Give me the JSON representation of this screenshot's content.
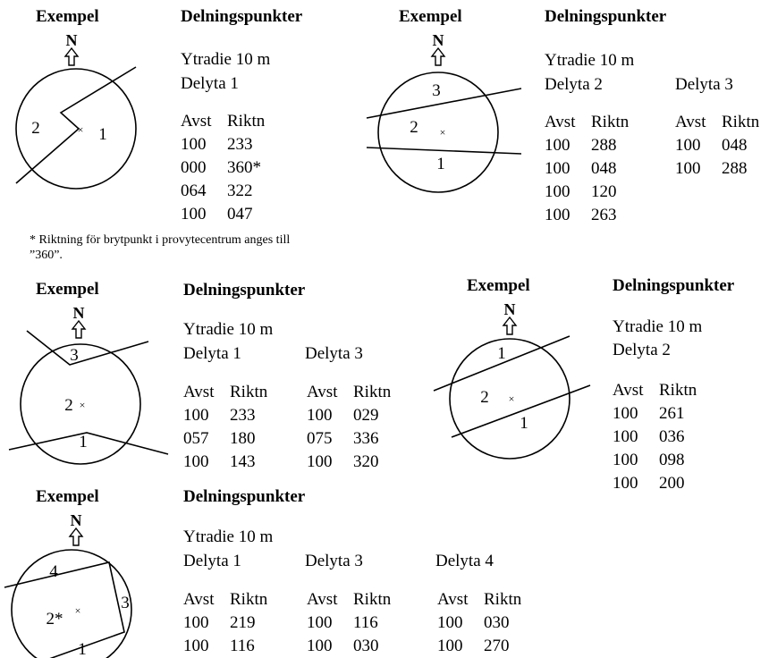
{
  "examples": [
    {
      "example_label": "Exempel",
      "heading": "Delningspunkter",
      "radius_label": "Ytradie 10 m",
      "north_label": "N",
      "area_labels": [
        "2",
        "1"
      ],
      "parts": [
        {
          "label": "Delyta 1",
          "col_labels": [
            "Avst",
            "Riktn"
          ],
          "rows": [
            [
              "100",
              "233"
            ],
            [
              "000",
              "360*"
            ],
            [
              "064",
              "322"
            ],
            [
              "100",
              "047"
            ]
          ]
        }
      ],
      "footnote": "* Riktning för brytpunkt i provytecentrum anges till ”360”."
    },
    {
      "example_label": "Exempel",
      "heading": "Delningspunkter",
      "radius_label": "Ytradie 10 m",
      "north_label": "N",
      "area_labels": [
        "3",
        "2",
        "1"
      ],
      "parts": [
        {
          "label": "Delyta 2",
          "col_labels": [
            "Avst",
            "Riktn"
          ],
          "rows": [
            [
              "100",
              "288"
            ],
            [
              "100",
              "048"
            ],
            [
              "100",
              "120"
            ],
            [
              "100",
              "263"
            ]
          ]
        },
        {
          "label": "Delyta 3",
          "col_labels": [
            "Avst",
            "Riktn"
          ],
          "rows": [
            [
              "100",
              "048"
            ],
            [
              "100",
              "288"
            ]
          ]
        }
      ]
    },
    {
      "example_label": "Exempel",
      "heading": "Delningspunkter",
      "radius_label": "Ytradie 10 m",
      "north_label": "N",
      "area_labels": [
        "3",
        "2",
        "1"
      ],
      "parts": [
        {
          "label": "Delyta 1",
          "col_labels": [
            "Avst",
            "Riktn"
          ],
          "rows": [
            [
              "100",
              "233"
            ],
            [
              "057",
              "180"
            ],
            [
              "100",
              "143"
            ]
          ]
        },
        {
          "label": "Delyta 3",
          "col_labels": [
            "Avst",
            "Riktn"
          ],
          "rows": [
            [
              "100",
              "029"
            ],
            [
              "075",
              "336"
            ],
            [
              "100",
              "320"
            ]
          ]
        }
      ]
    },
    {
      "example_label": "Exempel",
      "heading": "Delningspunkter",
      "radius_label": "Ytradie 10 m",
      "north_label": "N",
      "area_labels": [
        "1",
        "2",
        "1"
      ],
      "parts": [
        {
          "label": "Delyta 2",
          "col_labels": [
            "Avst",
            "Riktn"
          ],
          "rows": [
            [
              "100",
              "261"
            ],
            [
              "100",
              "036"
            ],
            [
              "100",
              "098"
            ],
            [
              "100",
              "200"
            ]
          ]
        }
      ]
    },
    {
      "example_label": "Exempel",
      "heading": "Delningspunkter",
      "radius_label": "Ytradie 10 m",
      "north_label": "N",
      "area_labels": [
        "4",
        "2*",
        "3",
        "1"
      ],
      "parts": [
        {
          "label": "Delyta 1",
          "col_labels": [
            "Avst",
            "Riktn"
          ],
          "rows": [
            [
              "100",
              "219"
            ],
            [
              "100",
              "116"
            ]
          ]
        },
        {
          "label": "Delyta 3",
          "col_labels": [
            "Avst",
            "Riktn"
          ],
          "rows": [
            [
              "100",
              "116"
            ],
            [
              "100",
              "030"
            ]
          ]
        },
        {
          "label": "Delyta 4",
          "col_labels": [
            "Avst",
            "Riktn"
          ],
          "rows": [
            [
              "100",
              "030"
            ],
            [
              "100",
              "270"
            ]
          ]
        }
      ]
    }
  ]
}
